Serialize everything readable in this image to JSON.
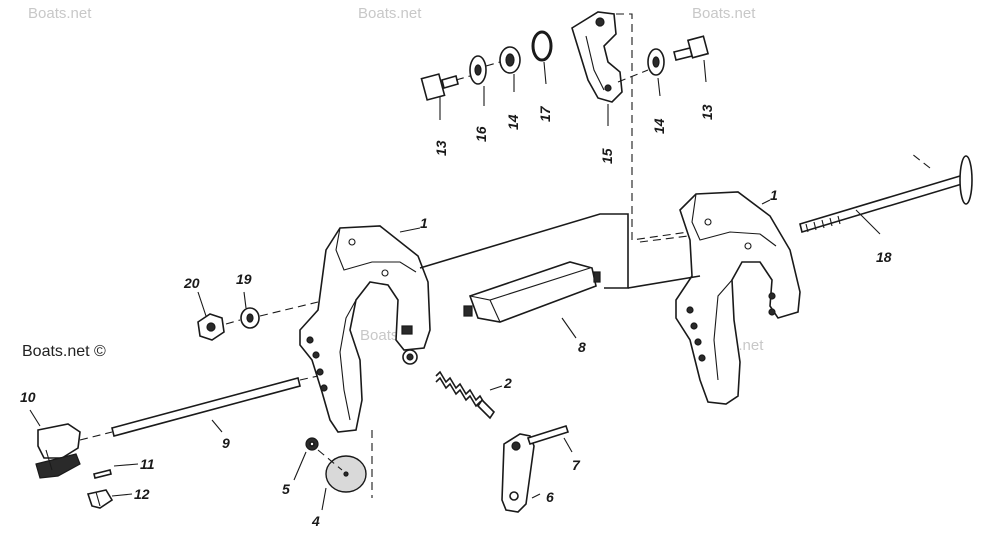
{
  "watermarks": [
    "Boats.net",
    "Boats.net",
    "Boats.net",
    "Boats.net",
    "Boats.net"
  ],
  "brand_text": "Boats.net ©",
  "parts": {
    "p1a": "1",
    "p1b": "1",
    "p2": "2",
    "p4": "4",
    "p5": "5",
    "p6": "6",
    "p7": "7",
    "p8": "8",
    "p9": "9",
    "p10": "10",
    "p11": "11",
    "p12": "12",
    "p13a": "13",
    "p13b": "13",
    "p14a": "14",
    "p14b": "14",
    "p15": "15",
    "p16": "16",
    "p17": "17",
    "p18": "18",
    "p19": "19",
    "p20": "20"
  }
}
